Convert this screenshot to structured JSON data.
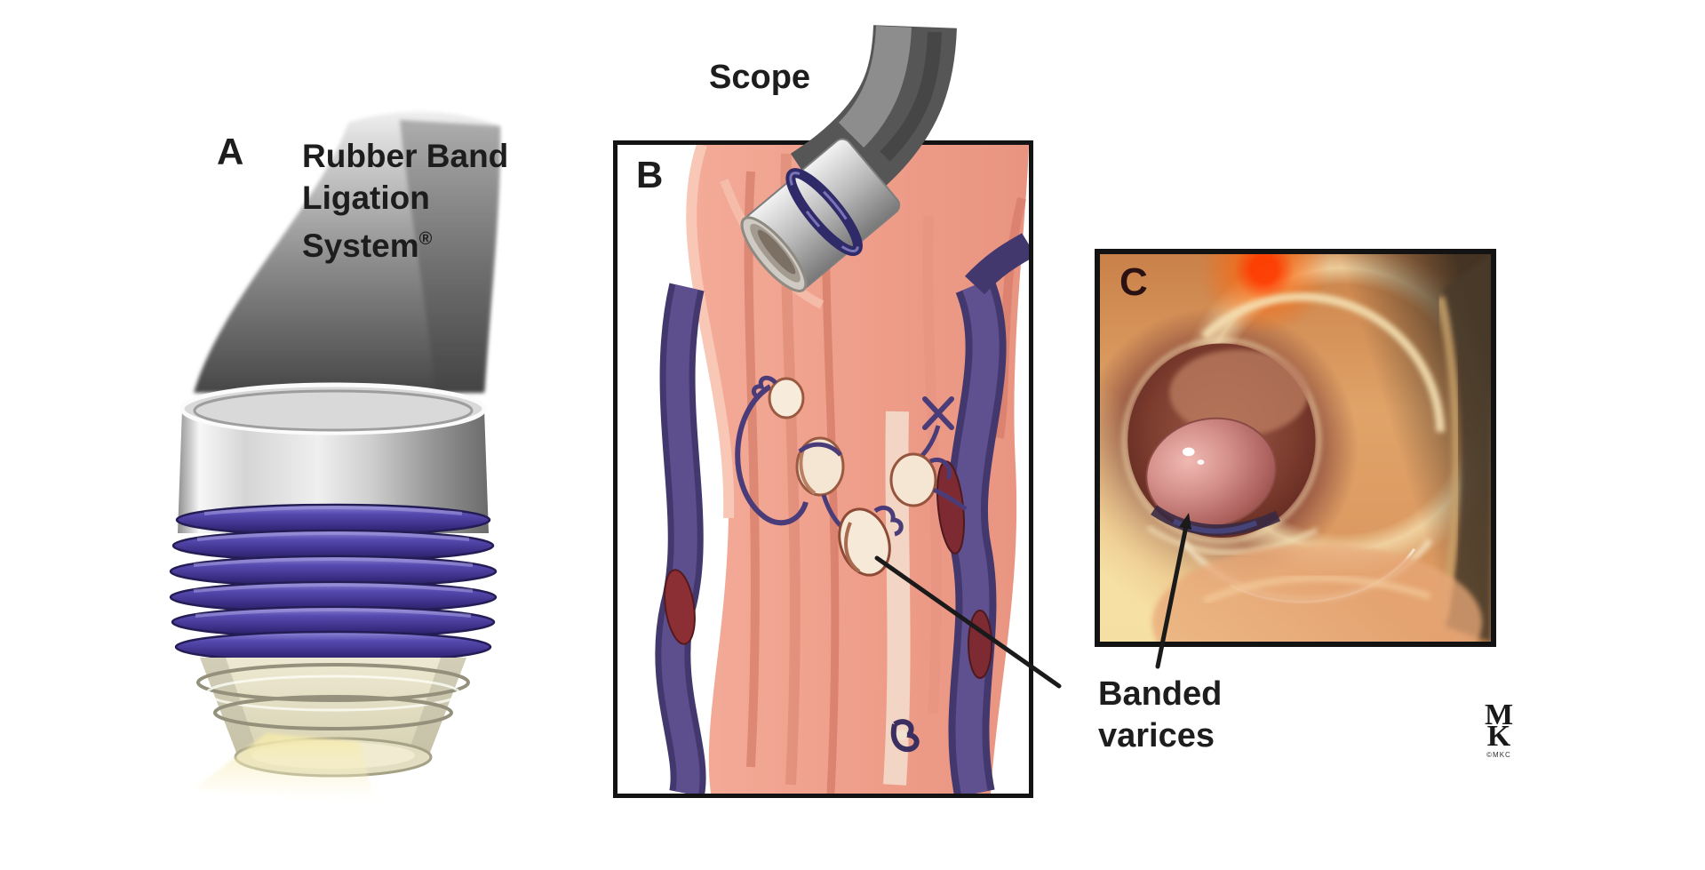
{
  "panel_a": {
    "label": "A",
    "caption_line1": "Rubber Band",
    "caption_line2": "Ligation",
    "caption_line3": "System",
    "registered_mark": "®"
  },
  "panel_b": {
    "label": "B",
    "scope_label": "Scope"
  },
  "panel_c": {
    "label": "C"
  },
  "callout": {
    "line1": "Banded",
    "line2": "varices"
  },
  "monogram": {
    "letter_top": "M",
    "letter_bottom": "K",
    "caption": "©MKC"
  },
  "colors": {
    "band_blue": "#4a3f9f",
    "esophagus_pink": "#f0a28f",
    "varix_purple": "#5d4f8c",
    "vein_red": "#8c2f35",
    "scope_gray": "#565656",
    "cap_ivory": "#e9e5cc",
    "beam_yellow": "#f4e9aa",
    "photo_orange": "#d8935c",
    "panel_border": "#131313",
    "text": "#1d1d1d"
  }
}
